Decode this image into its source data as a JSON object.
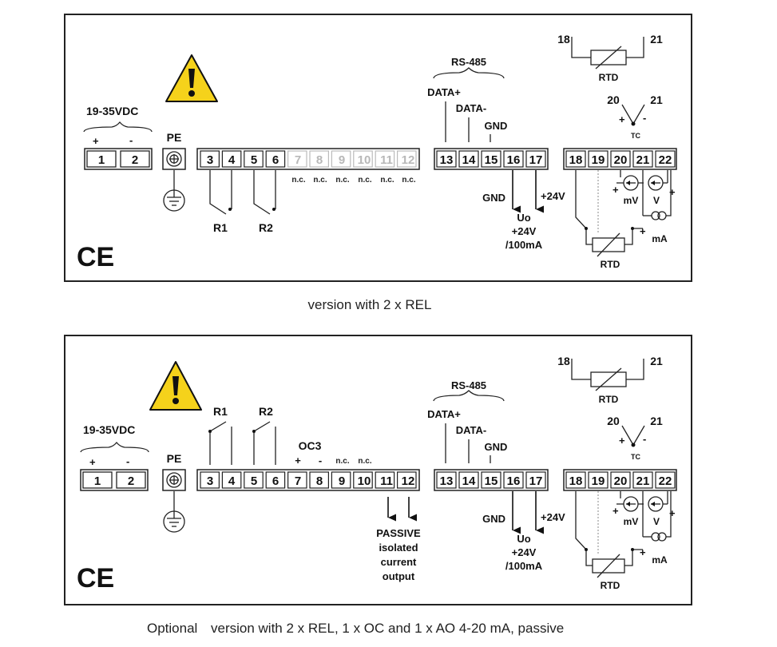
{
  "panels": [
    {
      "supply": "19-35VDC",
      "supply_plus": "+",
      "supply_minus": "-",
      "pe": "PE",
      "t_supply": [
        "1",
        "2"
      ],
      "t_main": [
        "3",
        "4",
        "5",
        "6",
        "7",
        "8",
        "9",
        "10",
        "11",
        "12"
      ],
      "nc_labels": [
        "n.c.",
        "n.c.",
        "n.c.",
        "n.c.",
        "n.c.",
        "n.c."
      ],
      "relay1": "R1",
      "relay2": "R2",
      "rs485": "RS-485",
      "data_plus": "DATA+",
      "data_minus": "DATA-",
      "gnd": "GND",
      "t_comm": [
        "13",
        "14",
        "15",
        "16",
        "17"
      ],
      "uo_gnd": "GND",
      "uo_24v": "+24V",
      "uo": "Uo",
      "uo_rating": [
        "+24V",
        "/100mA"
      ],
      "t_input": [
        "18",
        "19",
        "20",
        "21",
        "22"
      ],
      "rtd_top_left": "18",
      "rtd_top_right": "21",
      "rtd": "RTD",
      "tc_left": "20",
      "tc_right": "21",
      "tc": "TC",
      "mv": "mV",
      "v": "V",
      "ma": "mA",
      "rtd_bottom": "RTD",
      "plus": "+",
      "minus": "-",
      "ce": "CE",
      "caption": "version with 2 x REL"
    },
    {
      "supply": "19-35VDC",
      "supply_plus": "+",
      "supply_minus": "-",
      "pe": "PE",
      "t_supply": [
        "1",
        "2"
      ],
      "t_main": [
        "3",
        "4",
        "5",
        "6",
        "7",
        "8",
        "9",
        "10",
        "11",
        "12"
      ],
      "relay1": "R1",
      "relay2": "R2",
      "oc3": "OC3",
      "oc_plus": "+",
      "oc_minus": "-",
      "nc_labels": [
        "n.c.",
        "n.c."
      ],
      "passive": [
        "PASSIVE",
        "isolated",
        "current",
        "output"
      ],
      "rs485": "RS-485",
      "data_plus": "DATA+",
      "data_minus": "DATA-",
      "gnd": "GND",
      "t_comm": [
        "13",
        "14",
        "15",
        "16",
        "17"
      ],
      "uo_gnd": "GND",
      "uo_24v": "+24V",
      "uo": "Uo",
      "uo_rating": [
        "+24V",
        "/100mA"
      ],
      "t_input": [
        "18",
        "19",
        "20",
        "21",
        "22"
      ],
      "rtd_top_left": "18",
      "rtd_top_right": "21",
      "rtd": "RTD",
      "tc_left": "20",
      "tc_right": "21",
      "tc": "TC",
      "mv": "mV",
      "v": "V",
      "ma": "mA",
      "rtd_bottom": "RTD",
      "plus": "+",
      "minus": "-",
      "ce": "CE",
      "caption_prefix": "Optional",
      "caption": "version with 2 x REL, 1 x OC and 1 x AO 4-20 mA, passive"
    }
  ]
}
